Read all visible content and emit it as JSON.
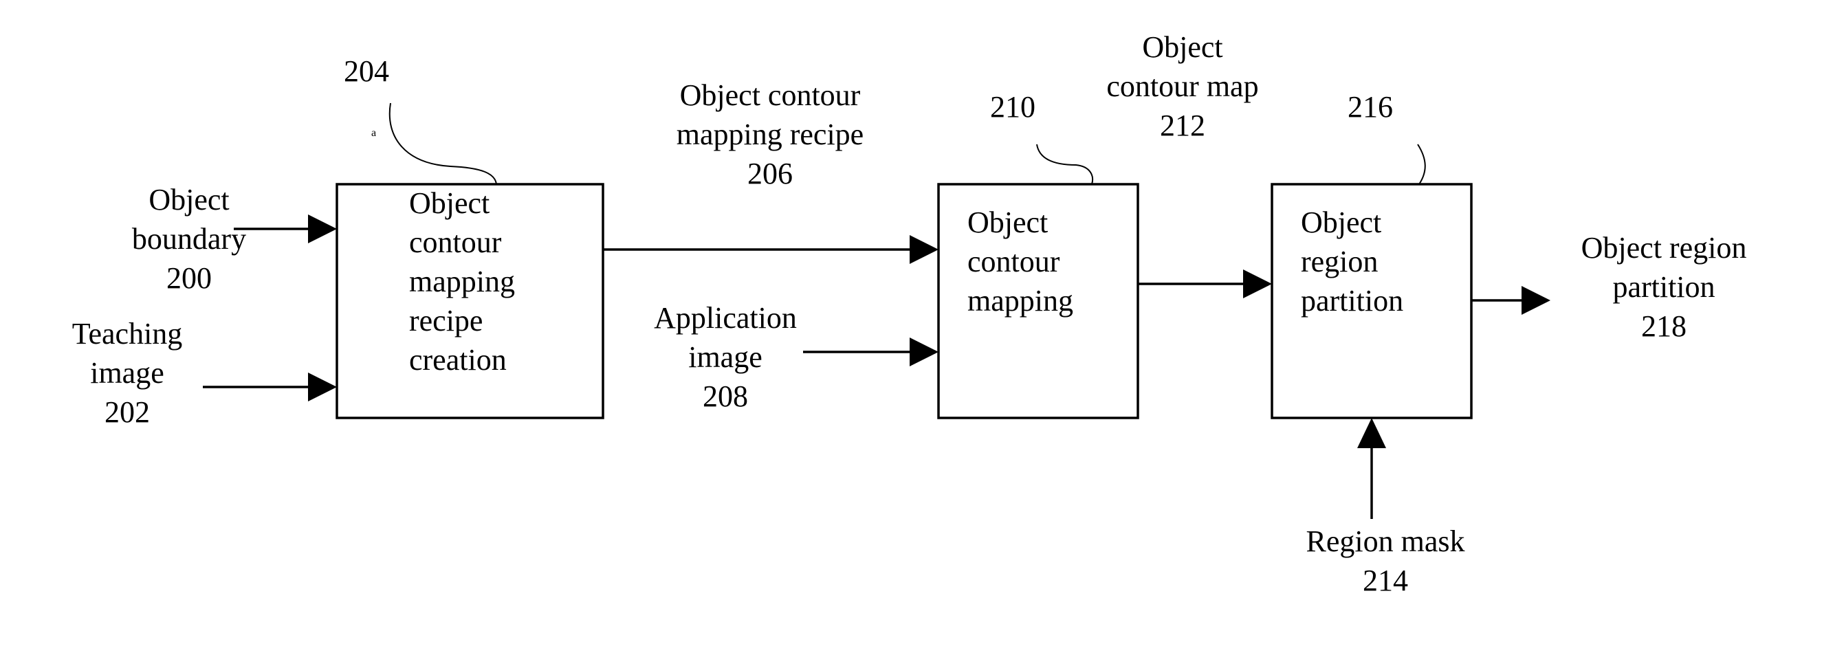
{
  "inputs": {
    "object_boundary": [
      "Object",
      "boundary",
      "200"
    ],
    "teaching_image": [
      "Teaching",
      "image",
      "202"
    ],
    "application_image": [
      "Application",
      "image",
      "208"
    ],
    "region_mask": [
      "Region mask",
      "214"
    ]
  },
  "blocks": {
    "recipe_creation": {
      "ref": "204",
      "lines": [
        "Object",
        "contour",
        "mapping",
        "recipe",
        "creation"
      ]
    },
    "contour_mapping": {
      "ref": "210",
      "lines": [
        "Object",
        "contour",
        "mapping"
      ]
    },
    "region_partition": {
      "ref": "216",
      "lines": [
        "Object",
        "region",
        "partition"
      ]
    }
  },
  "signals": {
    "mapping_recipe": [
      "Object contour",
      "mapping recipe",
      "206"
    ],
    "contour_map": [
      "Object",
      "contour map",
      "212"
    ]
  },
  "output": {
    "region_partition": [
      "Object region",
      "partition",
      "218"
    ]
  },
  "stray_mark": "a"
}
